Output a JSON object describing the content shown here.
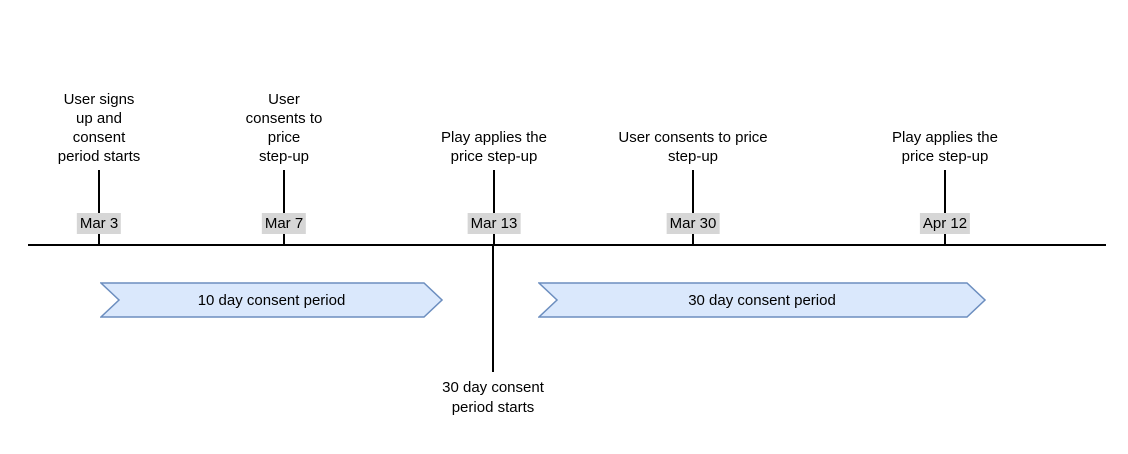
{
  "colors": {
    "axis": "#000000",
    "text": "#000000",
    "date_badge_bg": "#d6d6d6",
    "arrow_fill": "#dae8fc",
    "arrow_stroke": "#6c8ebf"
  },
  "timeline": {
    "events": [
      {
        "date": "Mar 3",
        "label": "User signs\nup and\nconsent\nperiod starts"
      },
      {
        "date": "Mar 7",
        "label": "User\nconsents to\nprice\nstep-up"
      },
      {
        "date": "Mar 13",
        "label": "Play applies the\nprice step-up"
      },
      {
        "date": "Mar 30",
        "label": "User consents to price\nstep-up"
      },
      {
        "date": "Apr 12",
        "label": "Play applies the\nprice step-up"
      }
    ],
    "periods": [
      {
        "label": "10 day consent period"
      },
      {
        "label": "30 day consent period"
      }
    ],
    "annotation": {
      "label": "30 day consent\nperiod starts"
    }
  }
}
